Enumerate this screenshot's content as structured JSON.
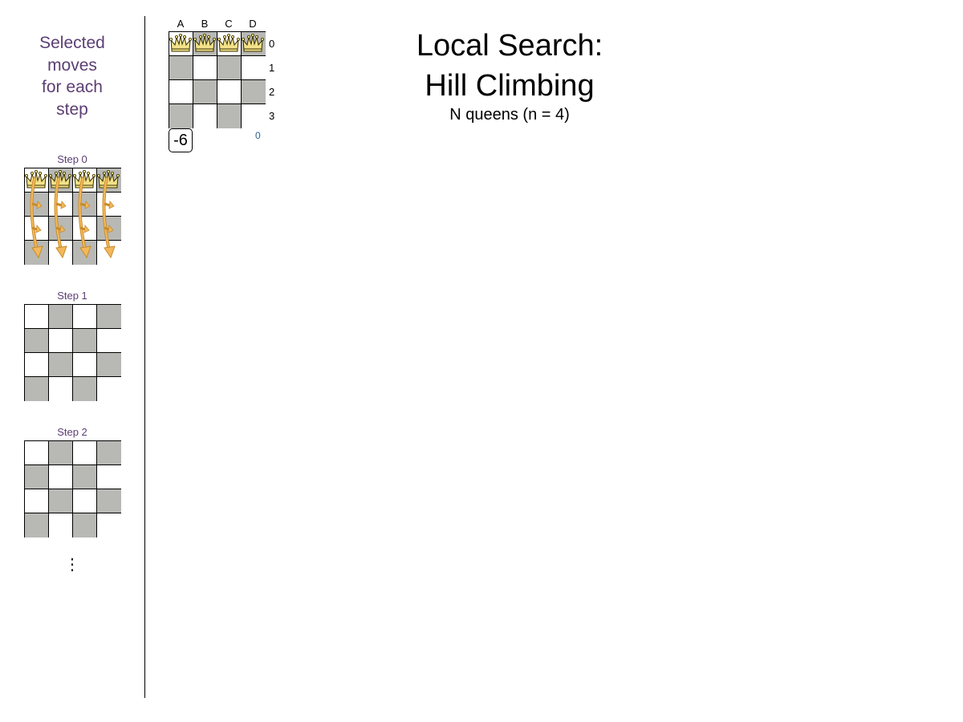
{
  "sidebar": {
    "title_lines": [
      "Selected",
      "moves",
      "for each",
      "step"
    ],
    "steps": [
      {
        "label": "Step 0"
      },
      {
        "label": "Step 1"
      },
      {
        "label": "Step 2"
      }
    ],
    "ellipsis": "⋮"
  },
  "main_board": {
    "columns": [
      "A",
      "B",
      "C",
      "D"
    ],
    "rows": [
      "0",
      "1",
      "2",
      "3"
    ],
    "queen_rows_by_column": [
      0,
      0,
      0,
      0
    ],
    "score": "-6",
    "index_label": "0"
  },
  "header": {
    "title_line1": "Local Search:",
    "title_line2": "Hill Climbing",
    "subtitle": "N queens (n = 4)"
  },
  "colors": {
    "accent_text": "#5b3e73",
    "dark_square": "#b8b9b5",
    "light_square": "#ffffff",
    "queen_fill": "#f3e28a",
    "arrow_fill": "#f2b85a",
    "arrow_stroke": "#c98a2a",
    "index_color": "#2f5d8f"
  },
  "icons": {
    "queen": "queen-icon",
    "move_arrow": "move-arrow-icon"
  }
}
